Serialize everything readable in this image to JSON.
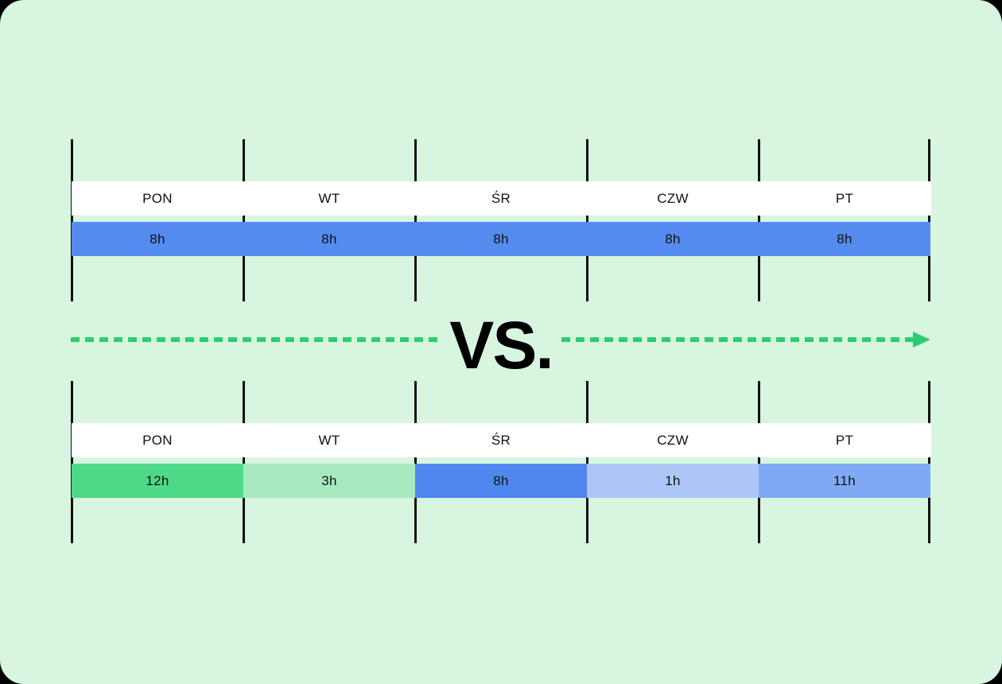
{
  "theme": {
    "background": "#D8F5E0",
    "header_band": "#FFFFFF",
    "grid_line": "#111111",
    "accent_green": "#2ECC71",
    "text": "#111111"
  },
  "divider": {
    "vs_label": "VS.",
    "arrow_icon": "arrow-right-icon",
    "line_color": "#2ECC71"
  },
  "chart_data": [
    {
      "type": "bar",
      "id": "fixed-schedule",
      "title": "",
      "categories": [
        "PON",
        "WT",
        "ŚR",
        "CZW",
        "PT"
      ],
      "values": [
        8,
        8,
        8,
        8,
        8
      ],
      "labels": [
        "8h",
        "8h",
        "8h",
        "8h",
        "8h"
      ],
      "colors": [
        "#558BEF",
        "#558BEF",
        "#558BEF",
        "#558BEF",
        "#558BEF"
      ],
      "unit": "h",
      "xlabel": "",
      "ylabel": "",
      "grid": true,
      "legend": "none"
    },
    {
      "type": "bar",
      "id": "flexible-schedule",
      "title": "",
      "categories": [
        "PON",
        "WT",
        "ŚR",
        "CZW",
        "PT"
      ],
      "values": [
        12,
        3,
        8,
        1,
        11
      ],
      "labels": [
        "12h",
        "3h",
        "8h",
        "1h",
        "11h"
      ],
      "colors": [
        "#4ED988",
        "#A8E8BE",
        "#4F87EE",
        "#AEC6F7",
        "#7FA9F4"
      ],
      "unit": "h",
      "xlabel": "",
      "ylabel": "",
      "grid": true,
      "legend": "none"
    }
  ]
}
